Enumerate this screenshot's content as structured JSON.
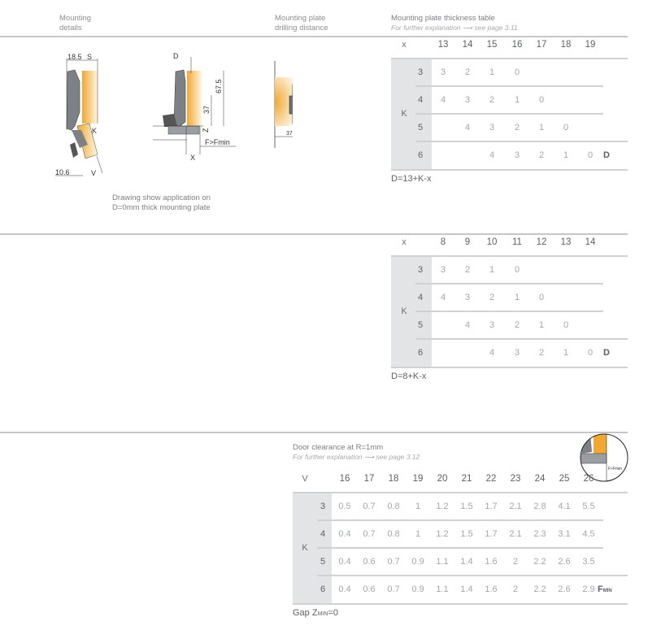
{
  "section1": {
    "mounting_details_label": "Mounting\ndetails",
    "drilling_distance_label": "Mounting plate\ndrilling distance",
    "table_title": "Mounting plate thickness table",
    "table_subtitle": "For further explanation ⟶ see page 3.11",
    "drawing_note": "Drawing show application on\nD=0mm thick mounting plate",
    "dims": {
      "d18_5": "18.5",
      "s": "S",
      "k": "K",
      "d10_6": "10.6",
      "v": "V",
      "d": "D",
      "d67_5": "67.5",
      "d37": "37",
      "z": "Z",
      "f": "F>Fmin",
      "x": "X",
      "plate37": "37"
    }
  },
  "table1": {
    "col_label": "x",
    "row_label": "K",
    "value_label": "D",
    "columns": [
      "13",
      "14",
      "15",
      "16",
      "17",
      "18",
      "19"
    ],
    "rows": [
      {
        "k": "3",
        "values": [
          "3",
          "2",
          "1",
          "0",
          "",
          "",
          ""
        ]
      },
      {
        "k": "4",
        "values": [
          "4",
          "3",
          "2",
          "1",
          "0",
          "",
          ""
        ]
      },
      {
        "k": "5",
        "values": [
          "",
          "4",
          "3",
          "2",
          "1",
          "0",
          ""
        ]
      },
      {
        "k": "6",
        "values": [
          "",
          "",
          "4",
          "3",
          "2",
          "1",
          "0"
        ]
      }
    ],
    "formula": "D=13+K-x"
  },
  "table2": {
    "col_label": "x",
    "row_label": "K",
    "value_label": "D",
    "columns": [
      "8",
      "9",
      "10",
      "11",
      "12",
      "13",
      "14"
    ],
    "rows": [
      {
        "k": "3",
        "values": [
          "3",
          "2",
          "1",
          "0",
          "",
          "",
          ""
        ]
      },
      {
        "k": "4",
        "values": [
          "4",
          "3",
          "2",
          "1",
          "0",
          "",
          ""
        ]
      },
      {
        "k": "5",
        "values": [
          "",
          "4",
          "3",
          "2",
          "1",
          "0",
          ""
        ]
      },
      {
        "k": "6",
        "values": [
          "",
          "",
          "4",
          "3",
          "2",
          "1",
          "0"
        ]
      }
    ],
    "formula": "D=8+K-x"
  },
  "table3": {
    "title": "Door clearance at R=1mm",
    "subtitle": "For further explanation ⟶ see page 3.12",
    "inset_label": "F>Fmin",
    "col_label": "V",
    "row_label": "K",
    "value_label": "F",
    "value_label_sub": "MIN",
    "columns": [
      "16",
      "17",
      "18",
      "19",
      "20",
      "21",
      "22",
      "23",
      "24",
      "25",
      "26"
    ],
    "rows": [
      {
        "k": "3",
        "values": [
          "0.5",
          "0.7",
          "0.8",
          "1",
          "1.2",
          "1.5",
          "1.7",
          "2.1",
          "2.8",
          "4.1",
          "5.5"
        ]
      },
      {
        "k": "4",
        "values": [
          "0.4",
          "0.7",
          "0.8",
          "1",
          "1.2",
          "1.5",
          "1.7",
          "2.1",
          "2.3",
          "3.1",
          "4.5"
        ]
      },
      {
        "k": "5",
        "values": [
          "0.4",
          "0.6",
          "0.7",
          "0.9",
          "1.1",
          "1.4",
          "1.6",
          "2",
          "2.2",
          "2.6",
          "3.5"
        ]
      },
      {
        "k": "6",
        "values": [
          "0.4",
          "0.6",
          "0.7",
          "0.9",
          "1.1",
          "1.4",
          "1.6",
          "2",
          "2.2",
          "2.6",
          "2.9"
        ]
      }
    ],
    "footer_prefix": "Gap Z",
    "footer_sub": "MIN",
    "footer_suffix": "=0"
  },
  "colors": {
    "door": "#f0a830",
    "hinge": "#7d8186",
    "table_gray": "#e3e4e6"
  }
}
